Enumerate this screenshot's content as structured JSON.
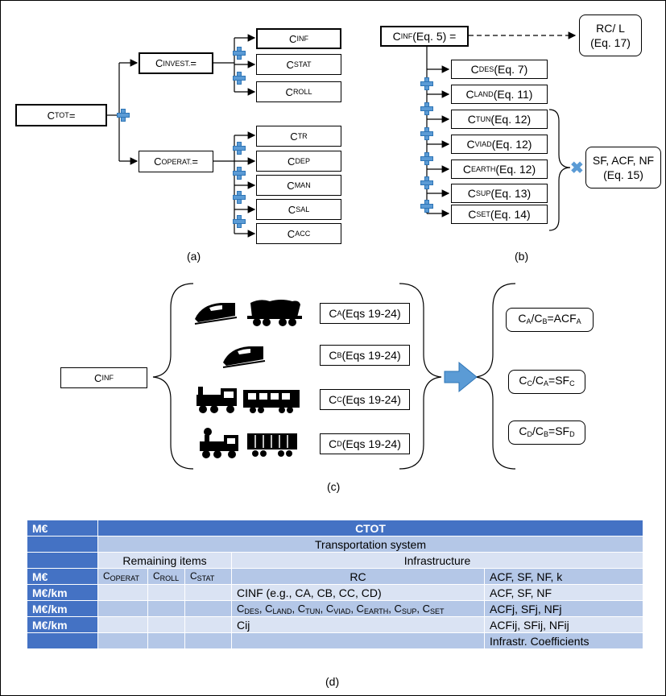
{
  "panel_a": {
    "root": {
      "main": "C",
      "sub": "TOT",
      "tail": " ="
    },
    "invest": {
      "main": "C",
      "sub": "INVEST.",
      "tail": " ="
    },
    "operat": {
      "main": "C",
      "sub": "OPERAT.",
      "tail": " ="
    },
    "invest_items": [
      {
        "main": "C",
        "sub": "INF"
      },
      {
        "main": "C",
        "sub": "STAT"
      },
      {
        "main": "C",
        "sub": "ROLL"
      }
    ],
    "operat_items": [
      {
        "main": "C",
        "sub": "TR"
      },
      {
        "main": "C",
        "sub": "DEP"
      },
      {
        "main": "C",
        "sub": "MAN"
      },
      {
        "main": "C",
        "sub": "SAL"
      },
      {
        "main": "C",
        "sub": "ACC"
      }
    ],
    "caption": "(a)"
  },
  "panel_b": {
    "root": {
      "main": "C",
      "sub": "INF",
      "tail": " (Eq. 5) ="
    },
    "rc": {
      "line1": "RC/ L",
      "line2": "(Eq. 17)"
    },
    "items": [
      {
        "main": "C",
        "sub": "DES",
        "tail": " (Eq. 7)"
      },
      {
        "main": "C",
        "sub": "LAND",
        "tail": " (Eq. 11)"
      },
      {
        "main": "C",
        "sub": "TUN",
        "tail": " (Eq. 12)"
      },
      {
        "main": "C",
        "sub": "VIAD",
        "tail": " (Eq. 12)"
      },
      {
        "main": "C",
        "sub": "EARTH",
        "tail": " (Eq. 12)"
      },
      {
        "main": "C",
        "sub": "SUP",
        "tail": " (Eq. 13)"
      },
      {
        "main": "C",
        "sub": "SET",
        "tail": " (Eq. 14)"
      }
    ],
    "factors": {
      "line1": "SF, ACF, NF",
      "line2": "(Eq. 15)"
    },
    "caption": "(b)"
  },
  "panel_c": {
    "root": {
      "main": "C",
      "sub": "INF"
    },
    "items": [
      {
        "main": "C",
        "sub": "A",
        "tail": " (Eqs 19-24)"
      },
      {
        "main": "C",
        "sub": "B",
        "tail": " (Eqs 19-24)"
      },
      {
        "main": "C",
        "sub": "C",
        "tail": " (Eqs 19-24)"
      },
      {
        "main": "C",
        "sub": "D",
        "tail": " (Eqs 19-24)"
      }
    ],
    "ratios": [
      {
        "a": "C",
        "as": "A",
        "b": "/C",
        "bs": "B",
        "c": "=ACF",
        "cs": "A"
      },
      {
        "a": "C",
        "as": "C",
        "b": "/C",
        "bs": "A",
        "c": "=SF",
        "cs": "C"
      },
      {
        "a": "C",
        "as": "D",
        "b": "/C",
        "bs": "B",
        "c": "=SF",
        "cs": "D"
      }
    ],
    "icons": [
      "high-speed-train-icon",
      "freight-wagon-icon",
      "steam-locomotive-icon",
      "passenger-coach-icon"
    ],
    "caption": "(c)"
  },
  "panel_d": {
    "header": {
      "unit": "M€",
      "title": "CTOT"
    },
    "system": "Transportation system",
    "remaining": "Remaining items",
    "infrastructure": "Infrastructure",
    "rows": [
      {
        "unit": "M€",
        "rc": "RC",
        "coef": "ACF, SF, NF, k"
      },
      {
        "unit": "M€/km",
        "rc": "CINF (e.g., CA, CB, CC, CD)",
        "coef": "ACF, SF, NF"
      },
      {
        "unit": "M€/km",
        "rc": "",
        "coef": "ACFj, SFj, NFj"
      },
      {
        "unit": "M€/km",
        "rc": "Cij",
        "coef": "ACFij, SFij, NFij"
      },
      {
        "unit": "",
        "rc": "",
        "coef": "Infrastr. Coefficients"
      }
    ],
    "remaining_cols": [
      {
        "main": "C",
        "sub": "OPERAT"
      },
      {
        "main": "C",
        "sub": "ROLL"
      },
      {
        "main": "C",
        "sub": "STAT"
      }
    ],
    "component_list": [
      {
        "main": "C",
        "sub": "DES"
      },
      {
        "main": "C",
        "sub": "LAND"
      },
      {
        "main": "C",
        "sub": "TUN"
      },
      {
        "main": "C",
        "sub": "VIAD"
      },
      {
        "main": "C",
        "sub": "EARTH"
      },
      {
        "main": "C",
        "sub": "SUP"
      },
      {
        "main": "C",
        "sub": "SET"
      }
    ],
    "caption": "(d)"
  },
  "colors": {
    "accent": "#5b9bd5",
    "header": "#4472c4",
    "band1": "#b4c7e7",
    "band2": "#d9e2f3"
  }
}
